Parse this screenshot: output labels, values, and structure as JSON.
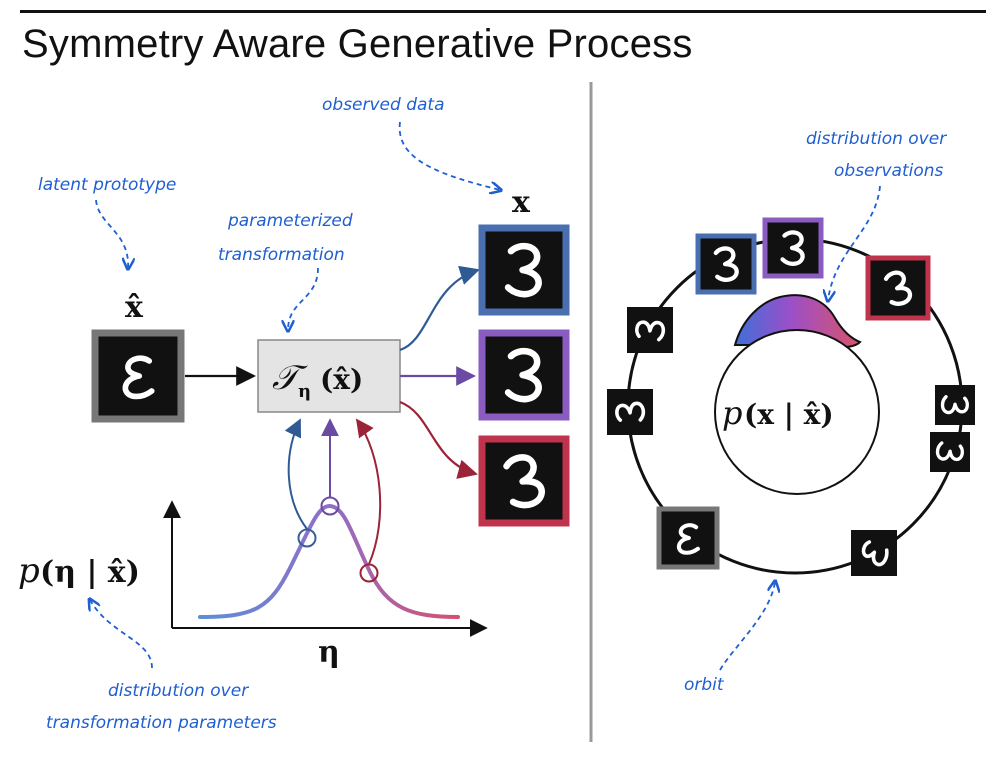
{
  "title": "Symmetry Aware Generative Process",
  "annotations": {
    "latent_prototype": "latent prototype",
    "observed_data": "observed data",
    "param_transform_line1": "parameterized",
    "param_transform_line2": "transformation",
    "dist_params_line1": "distribution over",
    "dist_params_line2": "transformation parameters",
    "dist_obs_line1": "distribution over",
    "dist_obs_line2": "observations",
    "orbit": "orbit"
  },
  "math": {
    "x_hat": "x̂",
    "x_label": "x",
    "transform_T": "𝒯",
    "transform_sub": "η",
    "transform_arg": "(x̂)",
    "p_eta_lhs": "p",
    "p_eta_body": "(η | x̂)",
    "eta_axis": "η",
    "p_x_lhs": "p",
    "p_x_body": "(x | x̂)"
  },
  "colors": {
    "annotation_blue": "#1f5fd0",
    "blue": "#4a6fb0",
    "purple": "#8a5cc2",
    "red": "#c0334d",
    "gray_frame": "#777777",
    "transform_box_fill": "#e4e4e4"
  }
}
